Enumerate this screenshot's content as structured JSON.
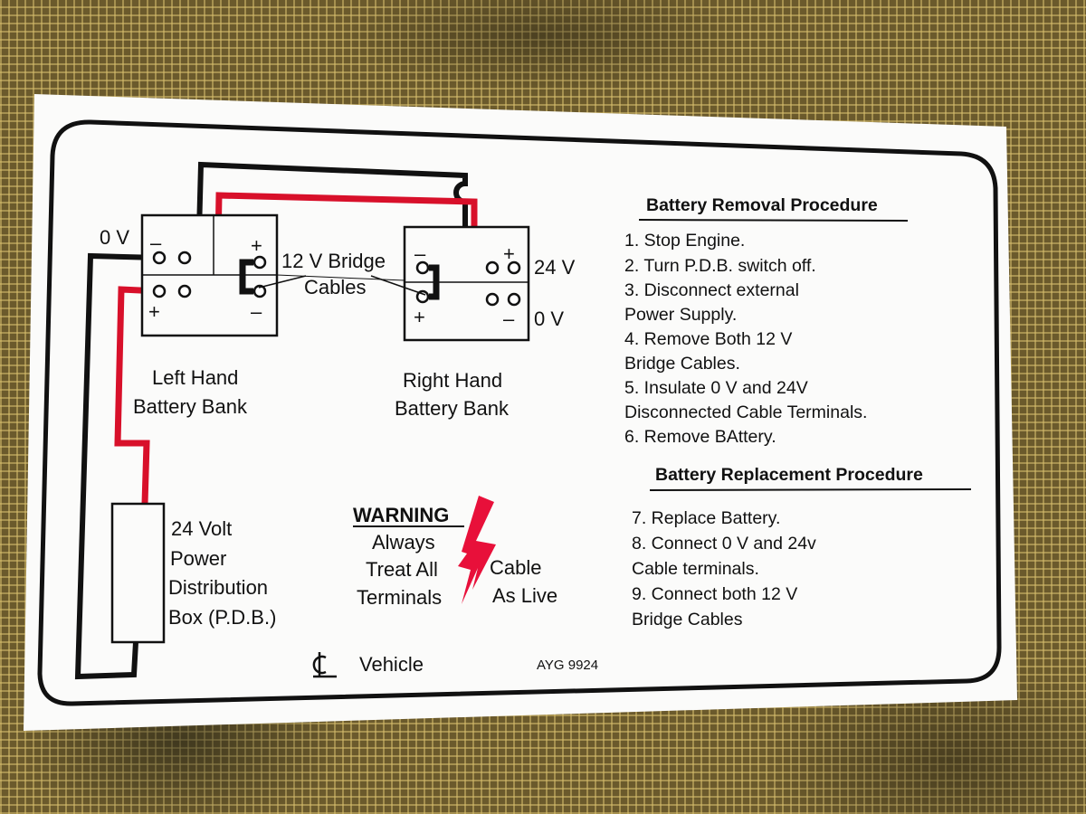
{
  "colors": {
    "background_mesh": "#6b5a2c",
    "sticker": "#ffffff",
    "outline": "#111111",
    "positive_cable": "#d8102a",
    "lightning": "#e8103a"
  },
  "diagram": {
    "left_0v": "0 V",
    "right_24v": "24 V",
    "right_0v": "0 V",
    "bridge_label_line1": "12 V Bridge",
    "bridge_label_line2": "Cables",
    "left_bank_line1": "Left Hand",
    "left_bank_line2": "Battery Bank",
    "right_bank_line1": "Right Hand",
    "right_bank_line2": "Battery Bank",
    "plus": "+",
    "minus": "–",
    "pdb_line1": "24 Volt",
    "pdb_line2": "Power",
    "pdb_line3": "Distribution",
    "pdb_line4": "Box (P.D.B.)",
    "centerline_label": "Vehicle",
    "part_number": "AYG 9924"
  },
  "warning": {
    "title": "WARNING",
    "line1": "Always",
    "line2a": "Treat All",
    "line2b": "Cable",
    "line3a": "Terminals",
    "line3b": "As Live"
  },
  "removal": {
    "heading": "Battery Removal Procedure",
    "lines": [
      "1. Stop Engine.",
      "2. Turn P.D.B. switch off.",
      "3. Disconnect external",
      "Power Supply.",
      "4. Remove Both 12 V",
      "Bridge Cables.",
      "5. Insulate 0 V and 24V",
      "Disconnected Cable Terminals.",
      "6. Remove BAttery."
    ]
  },
  "replacement": {
    "heading": "Battery Replacement  Procedure",
    "lines": [
      "7. Replace Battery.",
      "8. Connect 0 V and 24v",
      "Cable terminals.",
      "9. Connect both 12 V",
      "Bridge Cables"
    ]
  }
}
